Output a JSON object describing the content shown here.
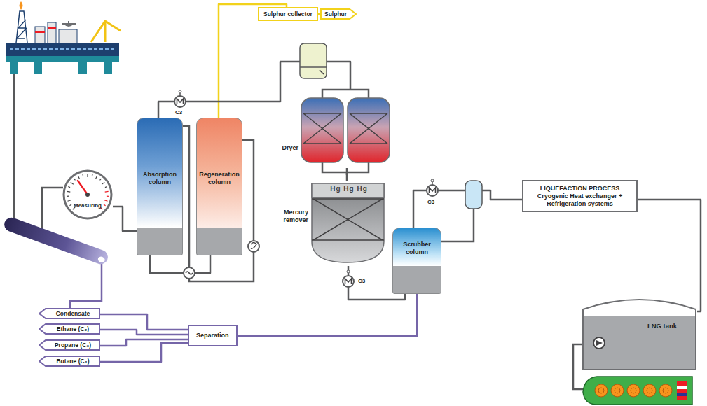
{
  "diagram": {
    "nodes": [
      {
        "text": [
          "Sulphur collector"
        ]
      },
      {
        "text": [
          "Sulphur"
        ]
      },
      {
        "text": [
          "Measuring"
        ]
      },
      {
        "text": [
          "Absorption column"
        ]
      },
      {
        "text": [
          "Regeneration column"
        ]
      },
      {
        "text": [
          "Dryer"
        ]
      },
      {
        "text": [
          "Mercury remover",
          "Hg Hg Hg"
        ]
      },
      {
        "text": [
          "Scrubber column"
        ]
      },
      {
        "text": [
          "LIQUEFACTION PROCESS",
          "Cryogenic Heat exchanger + Refrigeration systems"
        ]
      },
      {
        "text": [
          "LNG tank"
        ]
      },
      {
        "text": [
          "Separation"
        ]
      },
      {
        "text": [
          "Condensate"
        ]
      },
      {
        "text": [
          "Ethane (C₂)"
        ]
      },
      {
        "text": [
          "Propane (C₃)"
        ]
      },
      {
        "text": [
          "Butane (C₄)"
        ]
      }
    ],
    "edges": [
      {
        "from": 2,
        "to": 3,
        "arrow": "none"
      },
      {
        "from": 3,
        "to": 4,
        "arrow": "none"
      },
      {
        "from": 4,
        "to": 0,
        "arrow": "none"
      },
      {
        "from": 0,
        "to": 1,
        "arrow": "none"
      },
      {
        "from": 3,
        "to": 5,
        "arrow": "none"
      },
      {
        "from": 5,
        "to": 6,
        "arrow": "none"
      },
      {
        "from": 6,
        "to": 7,
        "arrow": "none"
      },
      {
        "from": 7,
        "to": 8,
        "arrow": "none"
      },
      {
        "from": 8,
        "to": 9,
        "arrow": "none"
      },
      {
        "from": 7,
        "to": 10,
        "arrow": "none"
      },
      {
        "from": 10,
        "to": 11,
        "arrow": "none"
      },
      {
        "from": 10,
        "to": 12,
        "arrow": "none"
      },
      {
        "from": 10,
        "to": 13,
        "arrow": "none"
      },
      {
        "from": 10,
        "to": 14,
        "arrow": "none"
      }
    ],
    "labels": [
      "C3",
      "C3",
      "C3"
    ]
  }
}
